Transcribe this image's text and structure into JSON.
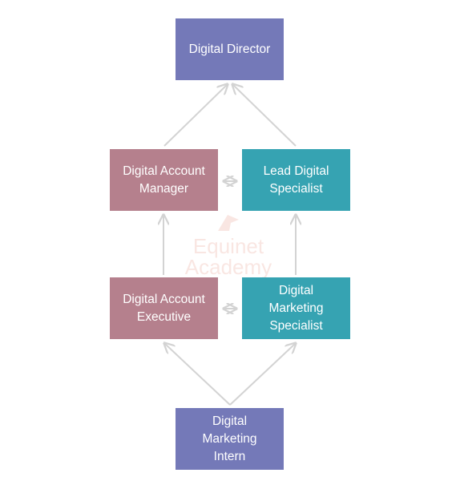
{
  "diagram": {
    "nodes": {
      "director": {
        "lines": [
          "Digital Director"
        ],
        "color": "#7479b8"
      },
      "manager": {
        "lines": [
          "Digital Account",
          "Manager"
        ],
        "color": "#b5808d"
      },
      "lead": {
        "lines": [
          "Lead Digital",
          "Specialist"
        ],
        "color": "#36a3b2"
      },
      "executive": {
        "lines": [
          "Digital Account",
          "Executive"
        ],
        "color": "#b5808d"
      },
      "specialist": {
        "lines": [
          "Digital",
          "Marketing",
          "Specialist"
        ],
        "color": "#36a3b2"
      },
      "intern": {
        "lines": [
          "Digital",
          "Marketing",
          "Intern"
        ],
        "color": "#7479b8"
      }
    },
    "edges": [
      {
        "from": "intern",
        "to": "executive",
        "type": "promotion"
      },
      {
        "from": "intern",
        "to": "specialist",
        "type": "promotion"
      },
      {
        "from": "executive",
        "to": "manager",
        "type": "promotion"
      },
      {
        "from": "specialist",
        "to": "lead",
        "type": "promotion"
      },
      {
        "from": "manager",
        "to": "director",
        "type": "promotion"
      },
      {
        "from": "lead",
        "to": "director",
        "type": "promotion"
      },
      {
        "from": "manager",
        "to": "lead",
        "type": "lateral"
      },
      {
        "from": "executive",
        "to": "specialist",
        "type": "lateral"
      }
    ],
    "connector_color": "#d3d3d3"
  },
  "watermark": {
    "line1": "Equinet",
    "line2": "Academy",
    "color": "#d6553b"
  }
}
